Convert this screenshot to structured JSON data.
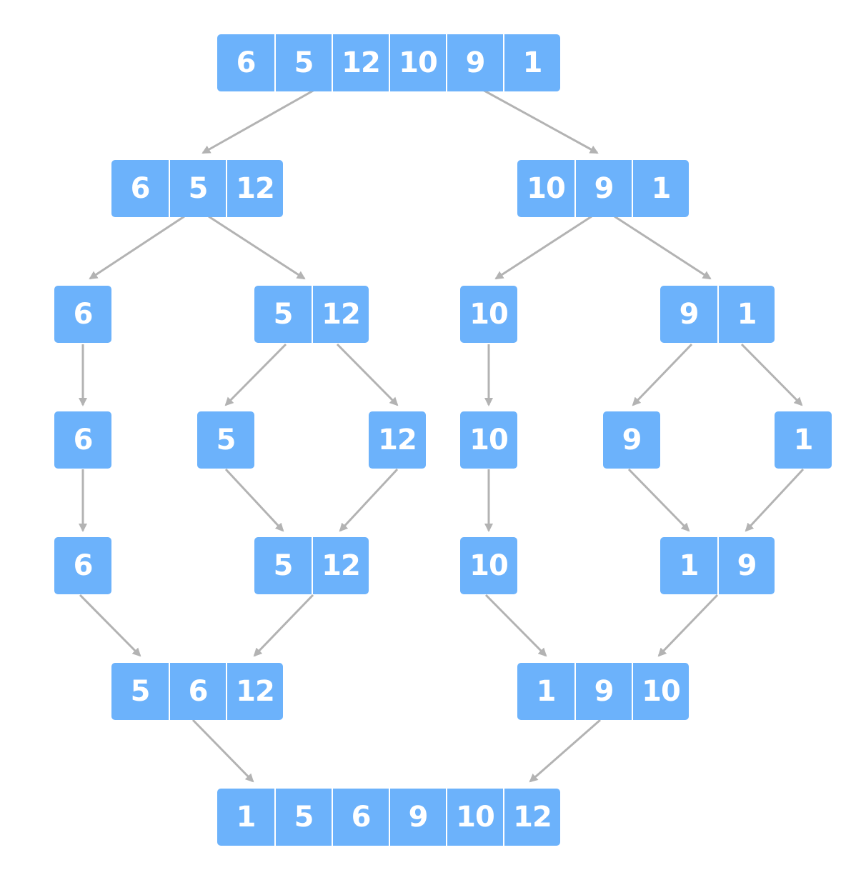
{
  "diagram": {
    "colors": {
      "box": "#6cb2fb",
      "text": "#ffffff",
      "arrow": "#b3b3b3"
    },
    "arrays": {
      "root": [
        "6",
        "5",
        "12",
        "10",
        "9",
        "1"
      ],
      "l1_left": [
        "6",
        "5",
        "12"
      ],
      "l1_right": [
        "10",
        "9",
        "1"
      ],
      "l2_a": [
        "6"
      ],
      "l2_b": [
        "5",
        "12"
      ],
      "l2_c": [
        "10"
      ],
      "l2_d": [
        "9",
        "1"
      ],
      "l3_a": [
        "6"
      ],
      "l3_b": [
        "5"
      ],
      "l3_c": [
        "12"
      ],
      "l3_d": [
        "10"
      ],
      "l3_e": [
        "9"
      ],
      "l3_f": [
        "1"
      ],
      "m1_a": [
        "6"
      ],
      "m1_b": [
        "5",
        "12"
      ],
      "m1_c": [
        "10"
      ],
      "m1_d": [
        "1",
        "9"
      ],
      "m2_left": [
        "5",
        "6",
        "12"
      ],
      "m2_right": [
        "1",
        "9",
        "10"
      ],
      "result": [
        "1",
        "5",
        "6",
        "9",
        "10",
        "12"
      ]
    }
  }
}
